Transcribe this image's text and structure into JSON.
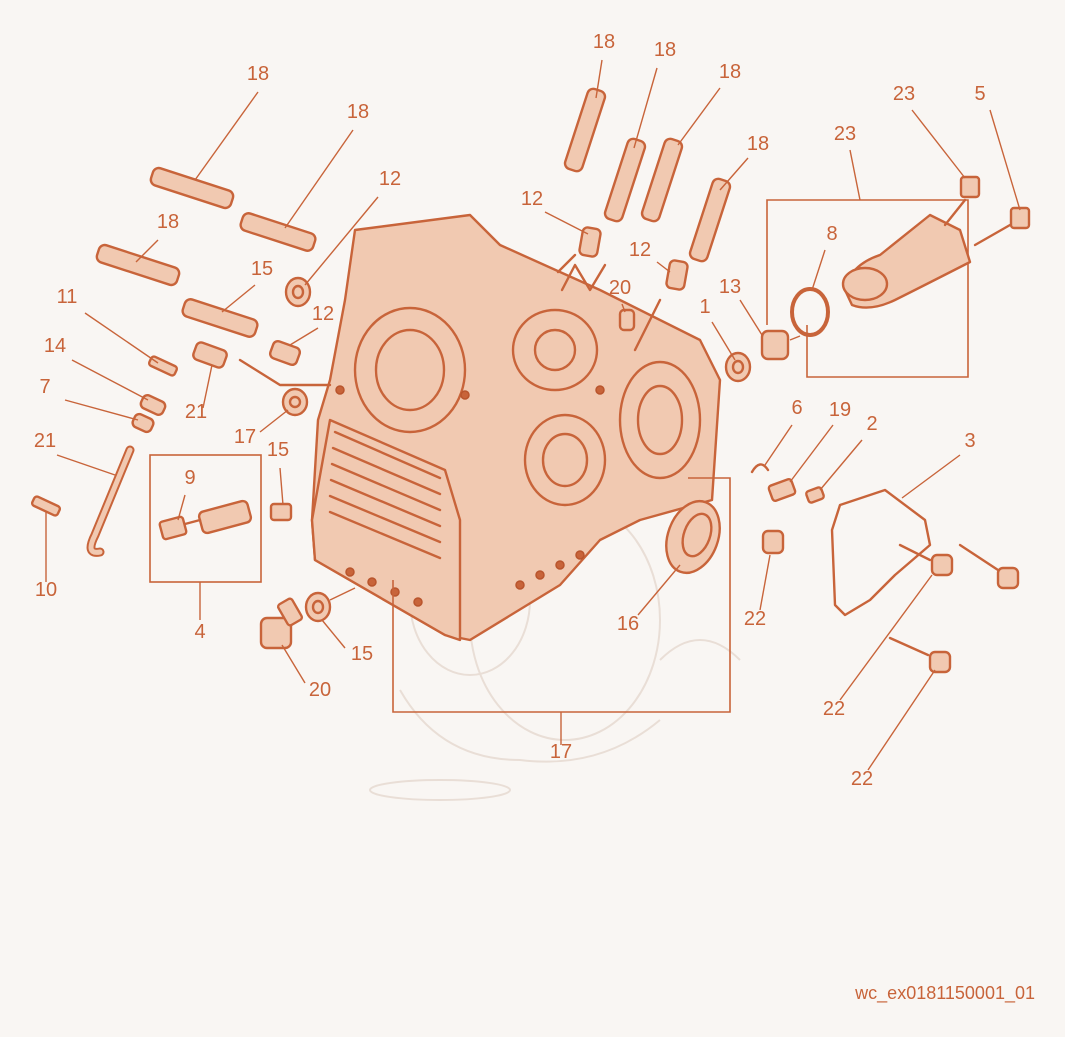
{
  "diagram": {
    "reference_code": "wc_ex0181150001_01",
    "colors": {
      "accent": "#c8643a",
      "fill": "#f1c9b1",
      "background": "#f9f6f3",
      "watermark": "#e9ded6"
    },
    "callouts": [
      "18",
      "18",
      "18",
      "18",
      "18",
      "18",
      "18",
      "15",
      "12",
      "12",
      "12",
      "12",
      "21",
      "11",
      "14",
      "7",
      "21",
      "10",
      "9",
      "4",
      "15",
      "20",
      "17",
      "1",
      "13",
      "15",
      "20",
      "17",
      "16",
      "8",
      "23",
      "23",
      "5",
      "6",
      "19",
      "2",
      "3",
      "22",
      "22",
      "22"
    ]
  }
}
